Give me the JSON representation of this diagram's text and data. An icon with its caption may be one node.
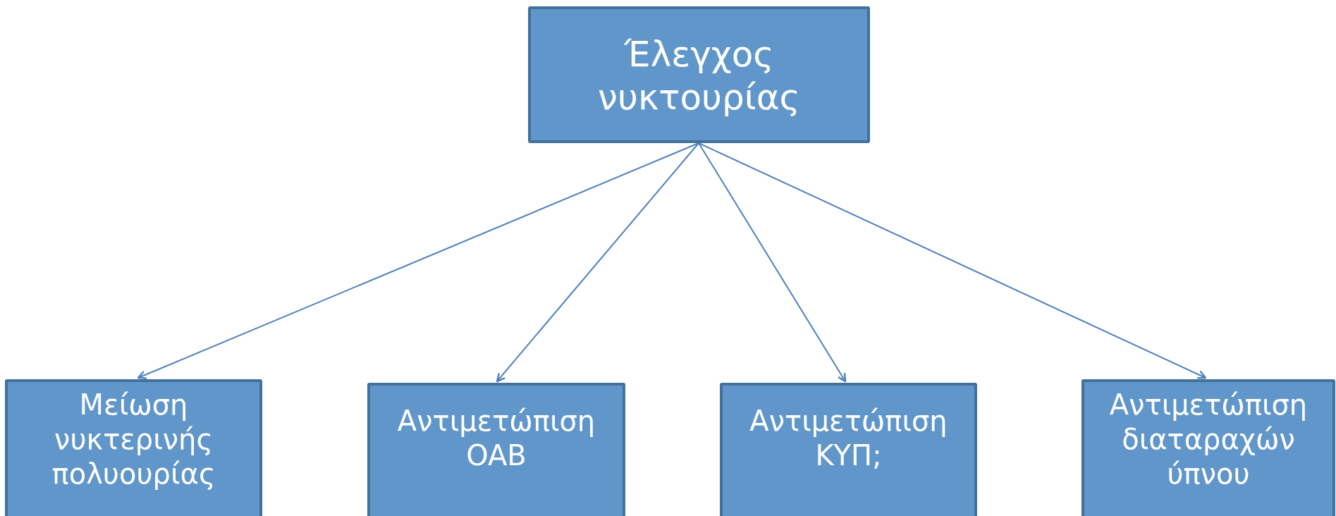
{
  "diagram": {
    "nodes": [
      {
        "text": [
          "Έλεγχος νυκτουρίας"
        ]
      },
      {
        "text": [
          "Μείωση νυκτερινής πολυουρίας"
        ]
      },
      {
        "text": [
          "Αντιμετώπιση OAB"
        ]
      },
      {
        "text": [
          "Αντιμετώπιση ΚΥΠ;"
        ]
      },
      {
        "text": [
          "Αντιμετώπιση διαταραχών ύπνου"
        ]
      }
    ],
    "edges": [
      {
        "from": 0,
        "to": 1,
        "arrow": "to"
      },
      {
        "from": 0,
        "to": 2,
        "arrow": "to"
      },
      {
        "from": 0,
        "to": 3,
        "arrow": "to"
      },
      {
        "from": 0,
        "to": 4,
        "arrow": "to"
      }
    ]
  }
}
